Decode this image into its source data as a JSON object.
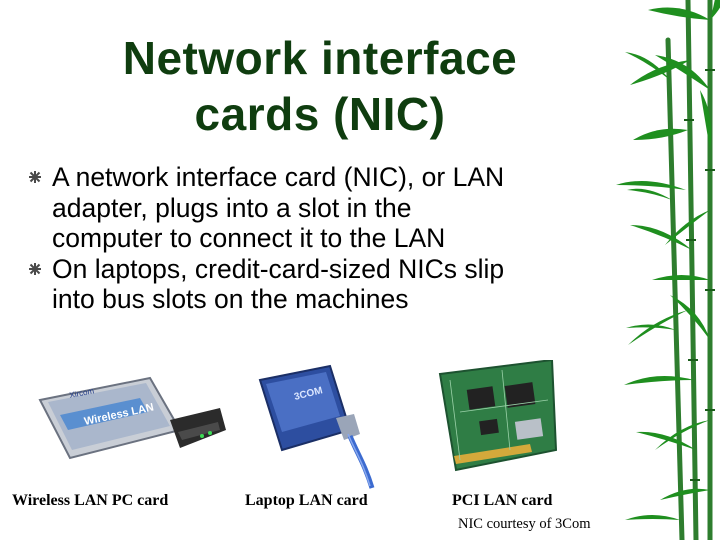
{
  "slide": {
    "title_line1": "Network interface",
    "title_line2": "cards (NIC)",
    "bullets": [
      {
        "line1": "A network interface card (NIC), or LAN",
        "line2": "adapter, plugs into a slot in the",
        "line3": "computer to connect it to the LAN"
      },
      {
        "line1": "On laptops, credit-card-sized NICs slip",
        "line2": "into bus slots on the machines"
      }
    ],
    "images": {
      "wireless_card_brand": "Xircom",
      "wireless_card_text": "Wireless LAN",
      "laptop_card_brand": "3COM"
    },
    "captions": {
      "wireless": "Wireless LAN PC card",
      "laptop": "Laptop LAN card",
      "pci": "PCI LAN card"
    },
    "credit": "NIC courtesy of 3Com"
  },
  "colors": {
    "title": "#0f3d0f",
    "bamboo_leaf": "#1f8f1f",
    "bamboo_stem": "#2e7d2e",
    "pcb_green": "#2f7d45"
  }
}
